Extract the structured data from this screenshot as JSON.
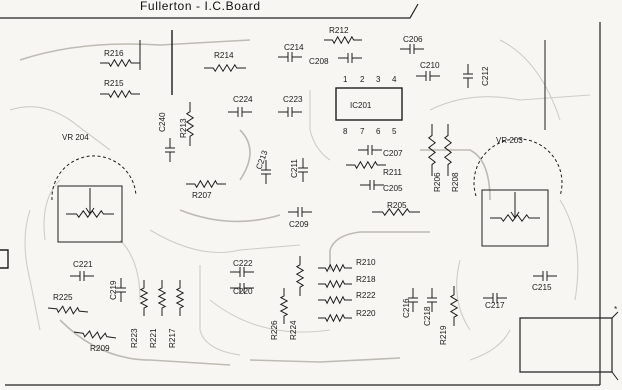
{
  "title": "Fullerton - I.C.Board",
  "vr": [
    "VR 204",
    "VR 203"
  ],
  "ic": "IC201",
  "ic_pins": [
    "1",
    "2",
    "3",
    "4",
    "8",
    "7",
    "6",
    "5"
  ],
  "resistors": [
    "R216",
    "R215",
    "R214",
    "R213",
    "R212",
    "R207",
    "R211",
    "R205",
    "R206",
    "R208",
    "R209",
    "R225",
    "R223",
    "R221",
    "R217",
    "R226",
    "R224",
    "R210",
    "R218",
    "R222",
    "R220",
    "R219"
  ],
  "capacitors": [
    "C214",
    "C208",
    "C206",
    "C210",
    "C212",
    "C224",
    "C223",
    "C240",
    "C213",
    "C211",
    "C207",
    "C205",
    "C209",
    "C221",
    "C219",
    "C222",
    "C220",
    "C216",
    "C218",
    "C217",
    "C215"
  ],
  "marker": "*"
}
